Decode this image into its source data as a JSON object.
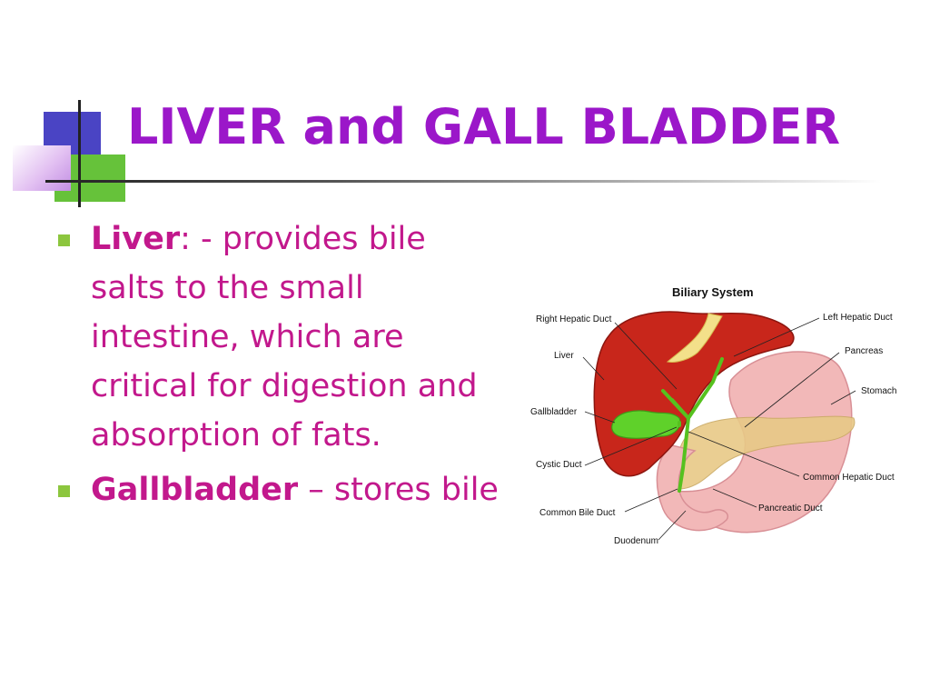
{
  "slide": {
    "title": "LIVER and GALL BLADDER",
    "bullets": [
      {
        "term": "Liver",
        "text": ": - provides bile salts to the small intestine, which are critical for digestion and absorption of fats."
      },
      {
        "term": "Gallbladder",
        "text": " – stores bile"
      }
    ]
  },
  "diagram": {
    "title": "Biliary System",
    "labels": {
      "right_hepatic_duct": "Right Hepatic Duct",
      "left_hepatic_duct": "Left Hepatic Duct",
      "liver": "Liver",
      "pancreas": "Pancreas",
      "stomach": "Stomach",
      "gallbladder": "Gallbladder",
      "cystic_duct": "Cystic Duct",
      "common_hepatic_duct": "Common Hepatic Duct",
      "common_bile_duct": "Common Bile Duct",
      "pancreatic_duct": "Pancreatic Duct",
      "duodenum": "Duodenum"
    }
  },
  "colors": {
    "title": "#9b17c9",
    "body_text": "#c2188c",
    "bullet": "#8cc63e",
    "liver": "#c8261b",
    "gallbladder": "#5fd12a",
    "stomach": "#f2b8b8",
    "pancreas": "#e8c987"
  }
}
